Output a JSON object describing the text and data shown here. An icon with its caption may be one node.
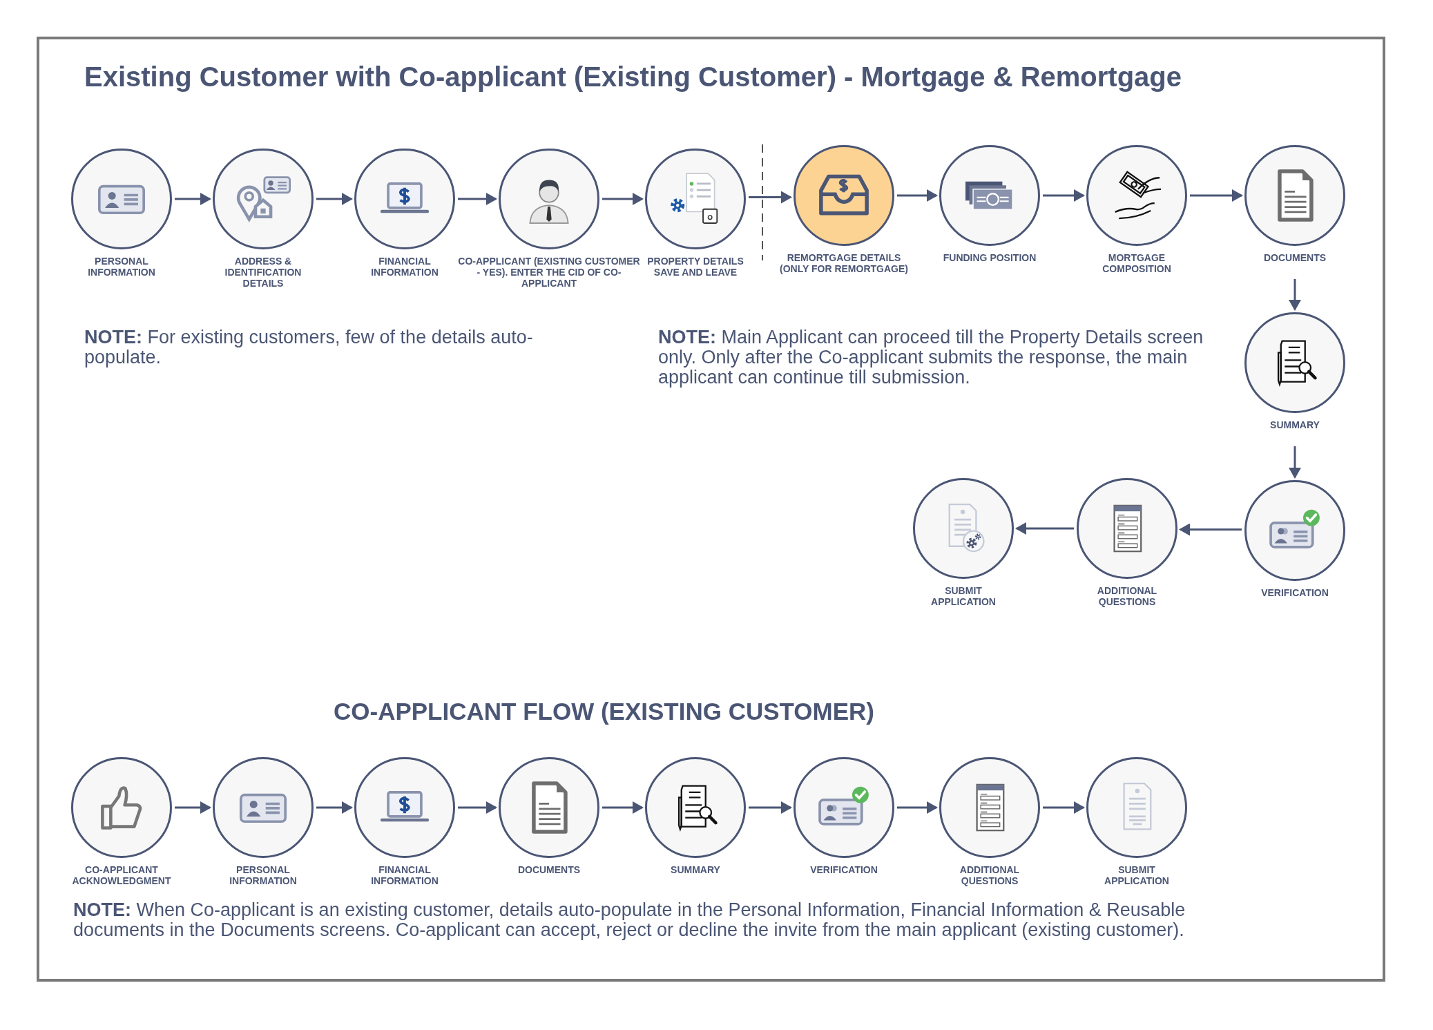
{
  "diagram": {
    "title": "Existing Customer with Co-applicant (Existing Customer) - Mortgage & Remortgage",
    "nodes": [
      {
        "text": [
          "PERSONAL INFORMATION"
        ]
      },
      {
        "text": [
          "ADDRESS & IDENTIFICATION DETAILS"
        ]
      },
      {
        "text": [
          "FINANCIAL INFORMATION"
        ]
      },
      {
        "text": [
          "CO-APPLICANT (EXISTING CUSTOMER - YES). ENTER THE CID OF CO-APPLICANT"
        ]
      },
      {
        "text": [
          "PROPERTY DETAILS SAVE AND LEAVE"
        ]
      },
      {
        "text": [
          "REMORTGAGE DETAILS (ONLY FOR REMORTGAGE)"
        ]
      },
      {
        "text": [
          "FUNDING POSITION"
        ]
      },
      {
        "text": [
          "MORTGAGE COMPOSITION"
        ]
      },
      {
        "text": [
          "DOCUMENTS"
        ]
      },
      {
        "text": [
          "SUMMARY"
        ]
      },
      {
        "text": [
          "VERIFICATION"
        ]
      },
      {
        "text": [
          "ADDITIONAL QUESTIONS"
        ]
      },
      {
        "text": [
          "SUBMIT APPLICATION"
        ]
      },
      {
        "text": [
          "CO-APPLICANT ACKNOWLEDGMENT"
        ]
      },
      {
        "text": [
          "PERSONAL INFORMATION"
        ]
      },
      {
        "text": [
          "FINANCIAL INFORMATION"
        ]
      },
      {
        "text": [
          "DOCUMENTS"
        ]
      },
      {
        "text": [
          "SUMMARY"
        ]
      },
      {
        "text": [
          "VERIFICATION"
        ]
      },
      {
        "text": [
          "ADDITIONAL QUESTIONS"
        ]
      },
      {
        "text": [
          "SUBMIT APPLICATION"
        ]
      }
    ],
    "edges": [
      {
        "from": 0,
        "to": 1,
        "arrow": "to"
      },
      {
        "from": 1,
        "to": 2,
        "arrow": "to"
      },
      {
        "from": 2,
        "to": 3,
        "arrow": "to"
      },
      {
        "from": 3,
        "to": 4,
        "arrow": "to"
      },
      {
        "from": 4,
        "to": 5,
        "arrow": "to"
      },
      {
        "from": 5,
        "to": 6,
        "arrow": "to"
      },
      {
        "from": 6,
        "to": 7,
        "arrow": "to"
      },
      {
        "from": 7,
        "to": 8,
        "arrow": "to"
      },
      {
        "from": 8,
        "to": 9,
        "arrow": "to"
      },
      {
        "from": 9,
        "to": 10,
        "arrow": "to"
      },
      {
        "from": 10,
        "to": 11,
        "arrow": "to"
      },
      {
        "from": 11,
        "to": 12,
        "arrow": "to"
      },
      {
        "from": 13,
        "to": 14,
        "arrow": "to"
      },
      {
        "from": 14,
        "to": 15,
        "arrow": "to"
      },
      {
        "from": 15,
        "to": 16,
        "arrow": "to"
      },
      {
        "from": 16,
        "to": 17,
        "arrow": "to"
      },
      {
        "from": 17,
        "to": 18,
        "arrow": "to"
      },
      {
        "from": 18,
        "to": 19,
        "arrow": "to"
      },
      {
        "from": 19,
        "to": 20,
        "arrow": "to"
      }
    ],
    "labels": [
      "**NOTE:** For existing customers, few of the details auto-populate.",
      "**NOTE:** Main Applicant can proceed till the Property Details screen only. Only after the Co-applicant submits the response, the main applicant can continue till submission.",
      "CO-APPLICANT FLOW (EXISTING CUSTOMER)",
      "**NOTE:** When Co-applicant is an existing customer, details auto-populate in the Personal Information, Financial Information & Reusable documents in the Documents screens. Co-applicant can accept, reject or decline the invite from the main applicant (existing customer)."
    ]
  }
}
